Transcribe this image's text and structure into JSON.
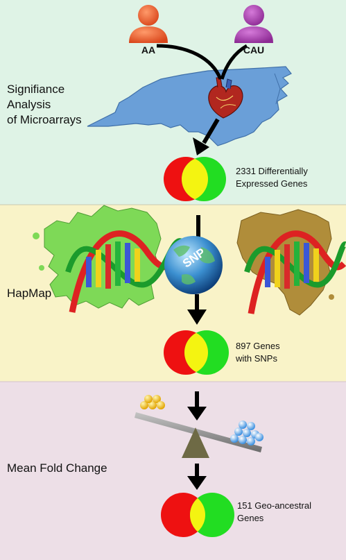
{
  "panels": {
    "sam": {
      "title_line1": "Signifiance",
      "title_line2": "Analysis",
      "title_line3": "of Microarrays",
      "person_left": "AA",
      "person_right": "CAU",
      "result_line1": "2331 Differentially",
      "result_line2": "Expressed Genes",
      "color": "#dff3e6"
    },
    "hapmap": {
      "title": "HapMap",
      "globe_label": "SNP",
      "result_line1": "897 Genes",
      "result_line2": "with SNPs",
      "color": "#f9f3c8"
    },
    "fold": {
      "title": "Mean Fold Change",
      "result_line1": "151 Geo-ancestral",
      "result_line2": "Genes",
      "color": "#eddfe7"
    }
  },
  "icons": {
    "person_left": "orange-person-icon",
    "person_right": "purple-person-icon",
    "map": "north-carolina-map",
    "heart": "heart-icon",
    "venn": "venn-diagram-icon",
    "dna": "dna-helix-icon",
    "globe": "globe-icon",
    "europe": "europe-map",
    "africa": "africa-map",
    "balance": "balance-scale-icon"
  },
  "colors": {
    "venn_red": "#ee1111",
    "venn_green": "#22dd22",
    "venn_yellow": "#f4f411",
    "arrow": "#000000",
    "map_blue": "#6a9fd8",
    "europe_green": "#7ed957",
    "africa_brown": "#b08d3a"
  }
}
